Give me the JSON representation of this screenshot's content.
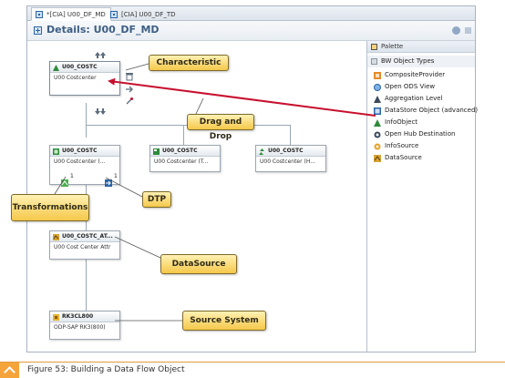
{
  "tabs": [
    {
      "label": "*[CIA] U00_DF_MD"
    },
    {
      "label": "[CIA] U00_DF_TD"
    }
  ],
  "editor": {
    "title": "Details: U00_DF_MD"
  },
  "palette": {
    "title": "Palette",
    "group": "BW Object Types",
    "items": [
      {
        "label": "CompositeProvider",
        "icon": "composite-provider-icon"
      },
      {
        "label": "Open ODS View",
        "icon": "open-ods-view-icon"
      },
      {
        "label": "Aggregation Level",
        "icon": "aggregation-level-icon"
      },
      {
        "label": "DataStore Object (advanced)",
        "icon": "datastore-object-icon"
      },
      {
        "label": "InfoObject",
        "icon": "infoobject-icon"
      },
      {
        "label": "Open Hub Destination",
        "icon": "open-hub-destination-icon"
      },
      {
        "label": "InfoSource",
        "icon": "infosource-icon"
      },
      {
        "label": "DataSource",
        "icon": "datasource-icon"
      }
    ]
  },
  "nodes": {
    "top": {
      "name": "U00_COSTC",
      "desc": "U00 Costcenter"
    },
    "mid1": {
      "name": "U00_COSTC",
      "desc": "U00 Costcenter (..."
    },
    "mid2": {
      "name": "U00_COSTC",
      "desc": "U00 Costcenter (T..."
    },
    "mid3": {
      "name": "U00_COSTC",
      "desc": "U00 Costcenter (H..."
    },
    "ds": {
      "name": "U00_COSTC_AT...",
      "desc": "U00 Cost Center Attr"
    },
    "src": {
      "name": "RK3CL800",
      "desc": "ODP-SAP RK3(800)"
    }
  },
  "counts": {
    "transformation": "1",
    "dtp": "1"
  },
  "callouts": {
    "characteristic": "Characteristic",
    "drag_drop": "Drag and Drop",
    "dtp": "DTP",
    "transformations": "Transformations",
    "datasource": "DataSource",
    "source_system": "Source System"
  },
  "caption": "Figure 53: Building a Data Flow Object",
  "colors": {
    "callout_fill": "#f5c84a",
    "arrow": "#c8102e",
    "caption_accent": "#f4a43b",
    "title_text": "#3d5e84"
  }
}
